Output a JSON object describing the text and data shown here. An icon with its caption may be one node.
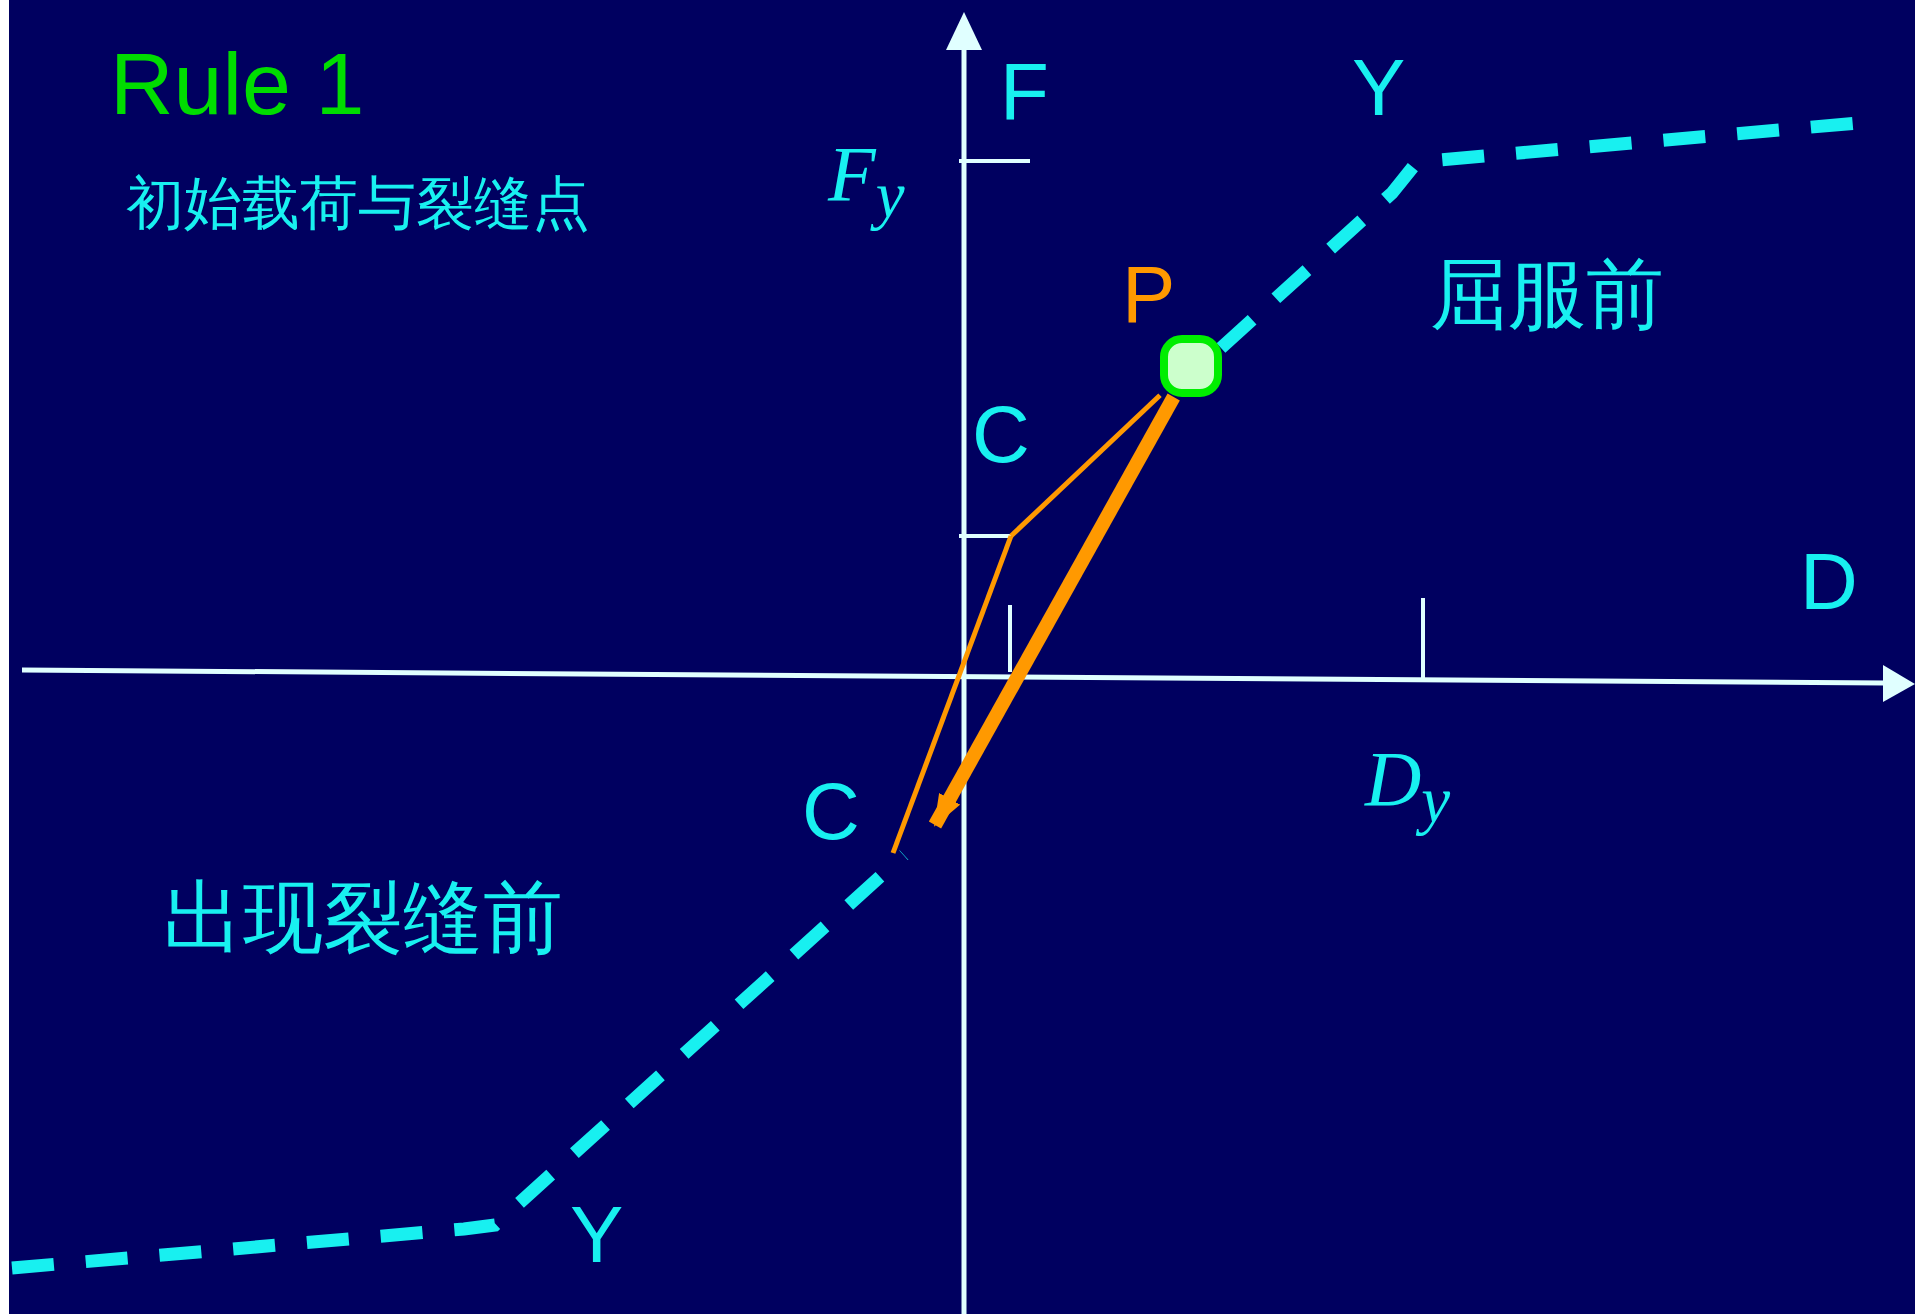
{
  "diagram": {
    "nodes": [
      {
        "text": [],
        "shape": "circle",
        "beside": [
          "P"
        ]
      },
      {
        "text": [
          "C"
        ]
      },
      {
        "text": [
          "C"
        ]
      }
    ],
    "edges": [
      {
        "from": 0,
        "to": 1,
        "arrow": "none"
      },
      {
        "from": 0,
        "to": 2,
        "arrow": "to",
        "style": "thick"
      },
      {
        "from": 1,
        "to": 2,
        "arrow": "none"
      }
    ],
    "labels": [
      "Rule 1",
      "F",
      "Y",
      "初始载荷与裂缝点",
      "F$_{y}$",
      "屈服前",
      "D",
      "D$_{y}$",
      "出现裂缝前",
      "Y"
    ]
  }
}
